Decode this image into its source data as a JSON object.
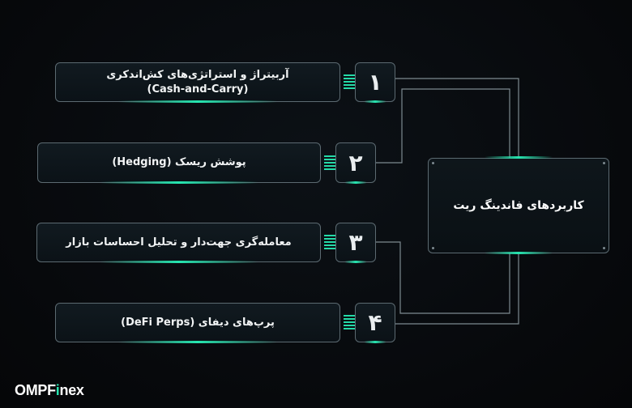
{
  "central": {
    "label": "کاربردهای فاندینگ ریت"
  },
  "items": [
    {
      "number": "۱",
      "line1": "آربیتراژ و استراتژی‌های کش‌اندکری",
      "line2": "(Cash-and-Carry)"
    },
    {
      "number": "۲",
      "line1": "پوشش ریسک (Hedging)",
      "line2": ""
    },
    {
      "number": "۳",
      "line1": "معامله‌گری جهت‌دار و تحلیل احساسات بازار",
      "line2": ""
    },
    {
      "number": "۴",
      "line1": "پرپ‌های دیفای (DeFi Perps)",
      "line2": ""
    }
  ],
  "logo": {
    "part1": "OMPF",
    "part2": "i",
    "part3": "nex"
  },
  "colors": {
    "accent": "#26e6b0",
    "border": "#5c6a71",
    "background": "#07090c"
  }
}
